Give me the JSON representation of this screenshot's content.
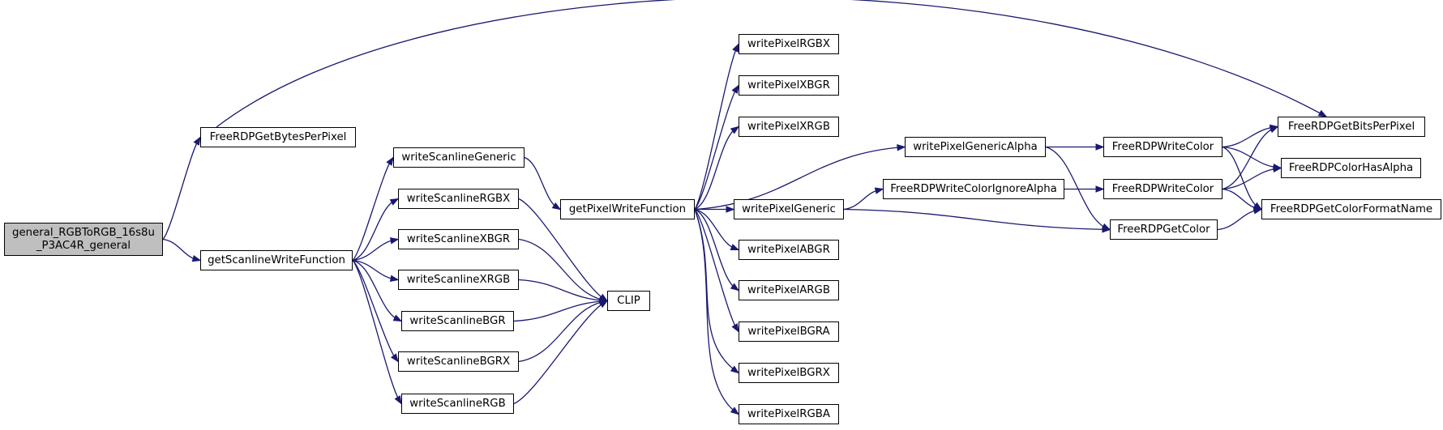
{
  "colors": {
    "edge": "#191970",
    "node_border": "#000000",
    "node_fill": "#ffffff",
    "root_fill": "#bfbfbf"
  },
  "nodes": {
    "root": {
      "line1": "general_RGBToRGB_16s8u",
      "line2": "_P3AC4R_general"
    },
    "getBytesPerPixel": "FreeRDPGetBytesPerPixel",
    "getScanlineWriteFunction": "getScanlineWriteFunction",
    "writeScanlineGeneric": "writeScanlineGeneric",
    "writeScanlineRGBX": "writeScanlineRGBX",
    "writeScanlineXBGR": "writeScanlineXBGR",
    "writeScanlineXRGB": "writeScanlineXRGB",
    "writeScanlineBGR": "writeScanlineBGR",
    "writeScanlineBGRX": "writeScanlineBGRX",
    "writeScanlineRGB": "writeScanlineRGB",
    "getPixelWriteFunction": "getPixelWriteFunction",
    "clip": "CLIP",
    "writePixelRGBX": "writePixelRGBX",
    "writePixelXBGR": "writePixelXBGR",
    "writePixelXRGB": "writePixelXRGB",
    "writePixelGeneric": "writePixelGeneric",
    "writePixelABGR": "writePixelABGR",
    "writePixelARGB": "writePixelARGB",
    "writePixelBGRA": "writePixelBGRA",
    "writePixelBGRX": "writePixelBGRX",
    "writePixelRGBA": "writePixelRGBA",
    "writePixelGenericAlpha": "writePixelGenericAlpha",
    "writeColorIgnoreAlpha": "FreeRDPWriteColorIgnoreAlpha",
    "writeColor1": "FreeRDPWriteColor",
    "writeColor2": "FreeRDPWriteColor",
    "getColor": "FreeRDPGetColor",
    "getBitsPerPixel": "FreeRDPGetBitsPerPixel",
    "colorHasAlpha": "FreeRDPColorHasAlpha",
    "getColorFormatName": "FreeRDPGetColorFormatName"
  },
  "edges": [
    [
      "root",
      "getBytesPerPixel"
    ],
    [
      "root",
      "getScanlineWriteFunction"
    ],
    [
      "getBytesPerPixel",
      "getBitsPerPixel"
    ],
    [
      "getScanlineWriteFunction",
      "writeScanlineGeneric"
    ],
    [
      "getScanlineWriteFunction",
      "writeScanlineRGBX"
    ],
    [
      "getScanlineWriteFunction",
      "writeScanlineXBGR"
    ],
    [
      "getScanlineWriteFunction",
      "writeScanlineXRGB"
    ],
    [
      "getScanlineWriteFunction",
      "writeScanlineBGR"
    ],
    [
      "getScanlineWriteFunction",
      "writeScanlineBGRX"
    ],
    [
      "getScanlineWriteFunction",
      "writeScanlineRGB"
    ],
    [
      "writeScanlineGeneric",
      "getPixelWriteFunction"
    ],
    [
      "writeScanlineRGBX",
      "clip"
    ],
    [
      "writeScanlineXBGR",
      "clip"
    ],
    [
      "writeScanlineXRGB",
      "clip"
    ],
    [
      "writeScanlineBGR",
      "clip"
    ],
    [
      "writeScanlineBGRX",
      "clip"
    ],
    [
      "writeScanlineRGB",
      "clip"
    ],
    [
      "getPixelWriteFunction",
      "writePixelRGBX"
    ],
    [
      "getPixelWriteFunction",
      "writePixelXBGR"
    ],
    [
      "getPixelWriteFunction",
      "writePixelXRGB"
    ],
    [
      "getPixelWriteFunction",
      "writePixelGenericAlpha"
    ],
    [
      "getPixelWriteFunction",
      "writePixelGeneric"
    ],
    [
      "getPixelWriteFunction",
      "writePixelABGR"
    ],
    [
      "getPixelWriteFunction",
      "writePixelARGB"
    ],
    [
      "getPixelWriteFunction",
      "writePixelBGRA"
    ],
    [
      "getPixelWriteFunction",
      "writePixelBGRX"
    ],
    [
      "getPixelWriteFunction",
      "writePixelRGBA"
    ],
    [
      "writePixelGenericAlpha",
      "writeColor1"
    ],
    [
      "writePixelGenericAlpha",
      "getColor"
    ],
    [
      "writePixelGeneric",
      "writeColorIgnoreAlpha"
    ],
    [
      "writePixelGeneric",
      "getColor"
    ],
    [
      "writeColorIgnoreAlpha",
      "writeColor2"
    ],
    [
      "writeColor1",
      "getBitsPerPixel"
    ],
    [
      "writeColor1",
      "colorHasAlpha"
    ],
    [
      "writeColor1",
      "getColorFormatName"
    ],
    [
      "writeColor2",
      "getBitsPerPixel"
    ],
    [
      "writeColor2",
      "colorHasAlpha"
    ],
    [
      "writeColor2",
      "getColorFormatName"
    ],
    [
      "getColor",
      "getColorFormatName"
    ]
  ]
}
